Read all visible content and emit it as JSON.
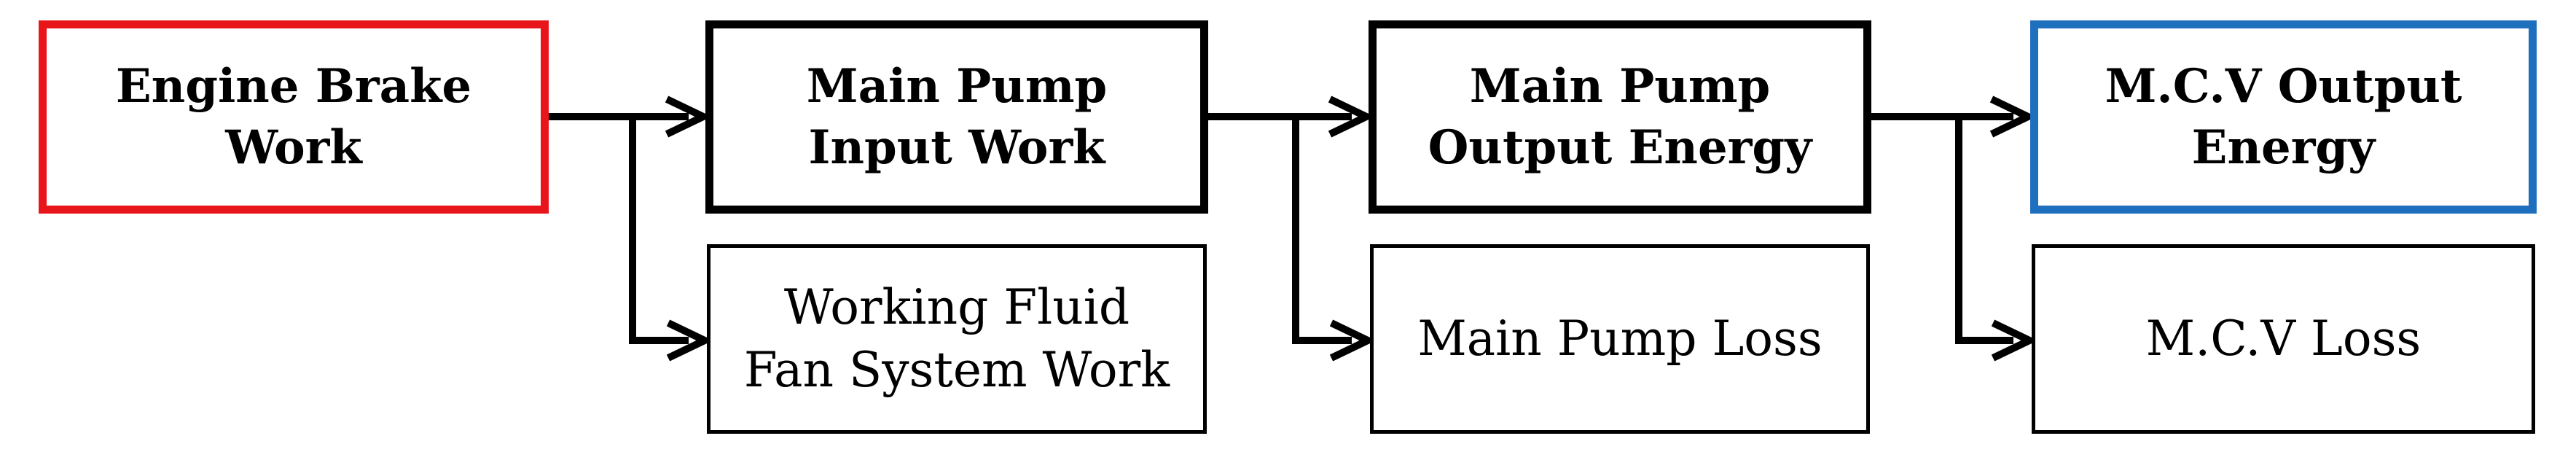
{
  "colors": {
    "source": "#e8161b",
    "output": "#1f6fbf",
    "stroke": "#000000"
  },
  "main_boxes": {
    "engine_brake": "Engine Brake\nWork",
    "pump_input": "Main Pump\nInput Work",
    "pump_output": "Main Pump\nOutput Energy",
    "mcv_output": "M.C.V Output\nEnergy"
  },
  "loss_boxes": {
    "fan_system": "Working Fluid\nFan System Work",
    "pump_loss": "Main Pump Loss",
    "mcv_loss": "M.C.V Loss"
  }
}
